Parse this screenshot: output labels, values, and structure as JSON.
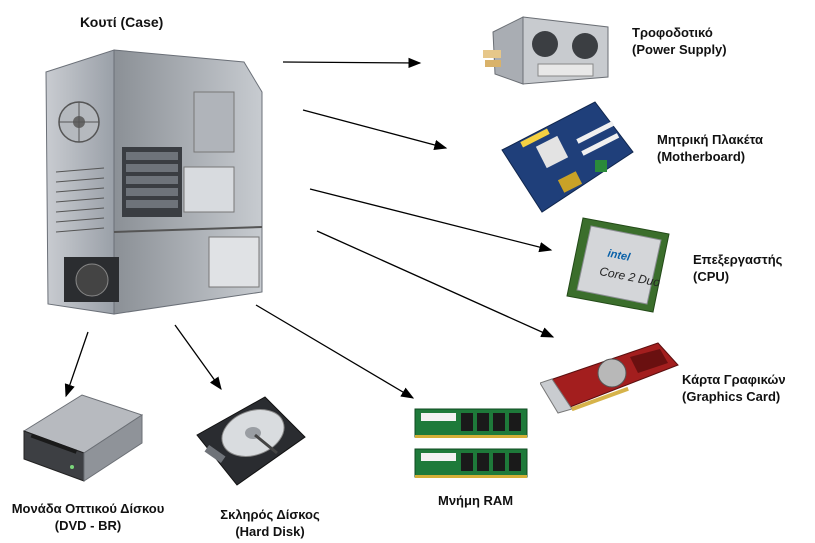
{
  "case": {
    "title": "Κουτί (Case)"
  },
  "components": {
    "power_supply": {
      "line1": "Τροφοδοτικό",
      "line2": "(Power Supply)"
    },
    "motherboard": {
      "line1": "Μητρική Πλακέτα",
      "line2": "(Motherboard)"
    },
    "cpu": {
      "line1": "Επεξεργαστής",
      "line2": "(CPU)",
      "chip_brand": "intel",
      "chip_model": "Core 2 Duo"
    },
    "graphics_card": {
      "line1": "Κάρτα Γραφικών",
      "line2": "(Graphics Card)"
    },
    "ram": {
      "line1": "Μνήμη RAM"
    },
    "hard_disk": {
      "line1": "Σκληρός Δίσκος",
      "line2": "(Hard Disk)"
    },
    "optical_drive": {
      "line1": "Μονάδα Οπτικού Δίσκου",
      "line2": "(DVD - BR)"
    }
  },
  "colors": {
    "arrow": "#000000",
    "text": "#111111"
  }
}
